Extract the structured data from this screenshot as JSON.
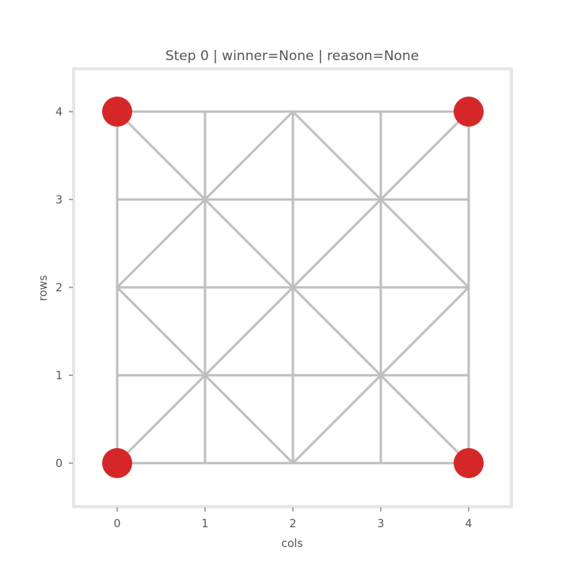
{
  "title": "Step 0 | winner=None | reason=None",
  "xlabel": "cols",
  "ylabel": "rows",
  "x_ticks": [
    "0",
    "1",
    "2",
    "3",
    "4"
  ],
  "y_ticks": [
    "0",
    "1",
    "2",
    "3",
    "4"
  ],
  "board": {
    "size": 5,
    "line_color": "#bfbfbf",
    "piece_color": "#d62728",
    "diagonal_centers": [
      [
        1,
        1
      ],
      [
        1,
        3
      ],
      [
        3,
        1
      ],
      [
        3,
        3
      ]
    ],
    "pieces": [
      {
        "col": 0,
        "row": 4
      },
      {
        "col": 4,
        "row": 4
      },
      {
        "col": 0,
        "row": 0
      },
      {
        "col": 4,
        "row": 0
      }
    ]
  },
  "state": {
    "step": 0,
    "winner": "None",
    "reason": "None"
  }
}
